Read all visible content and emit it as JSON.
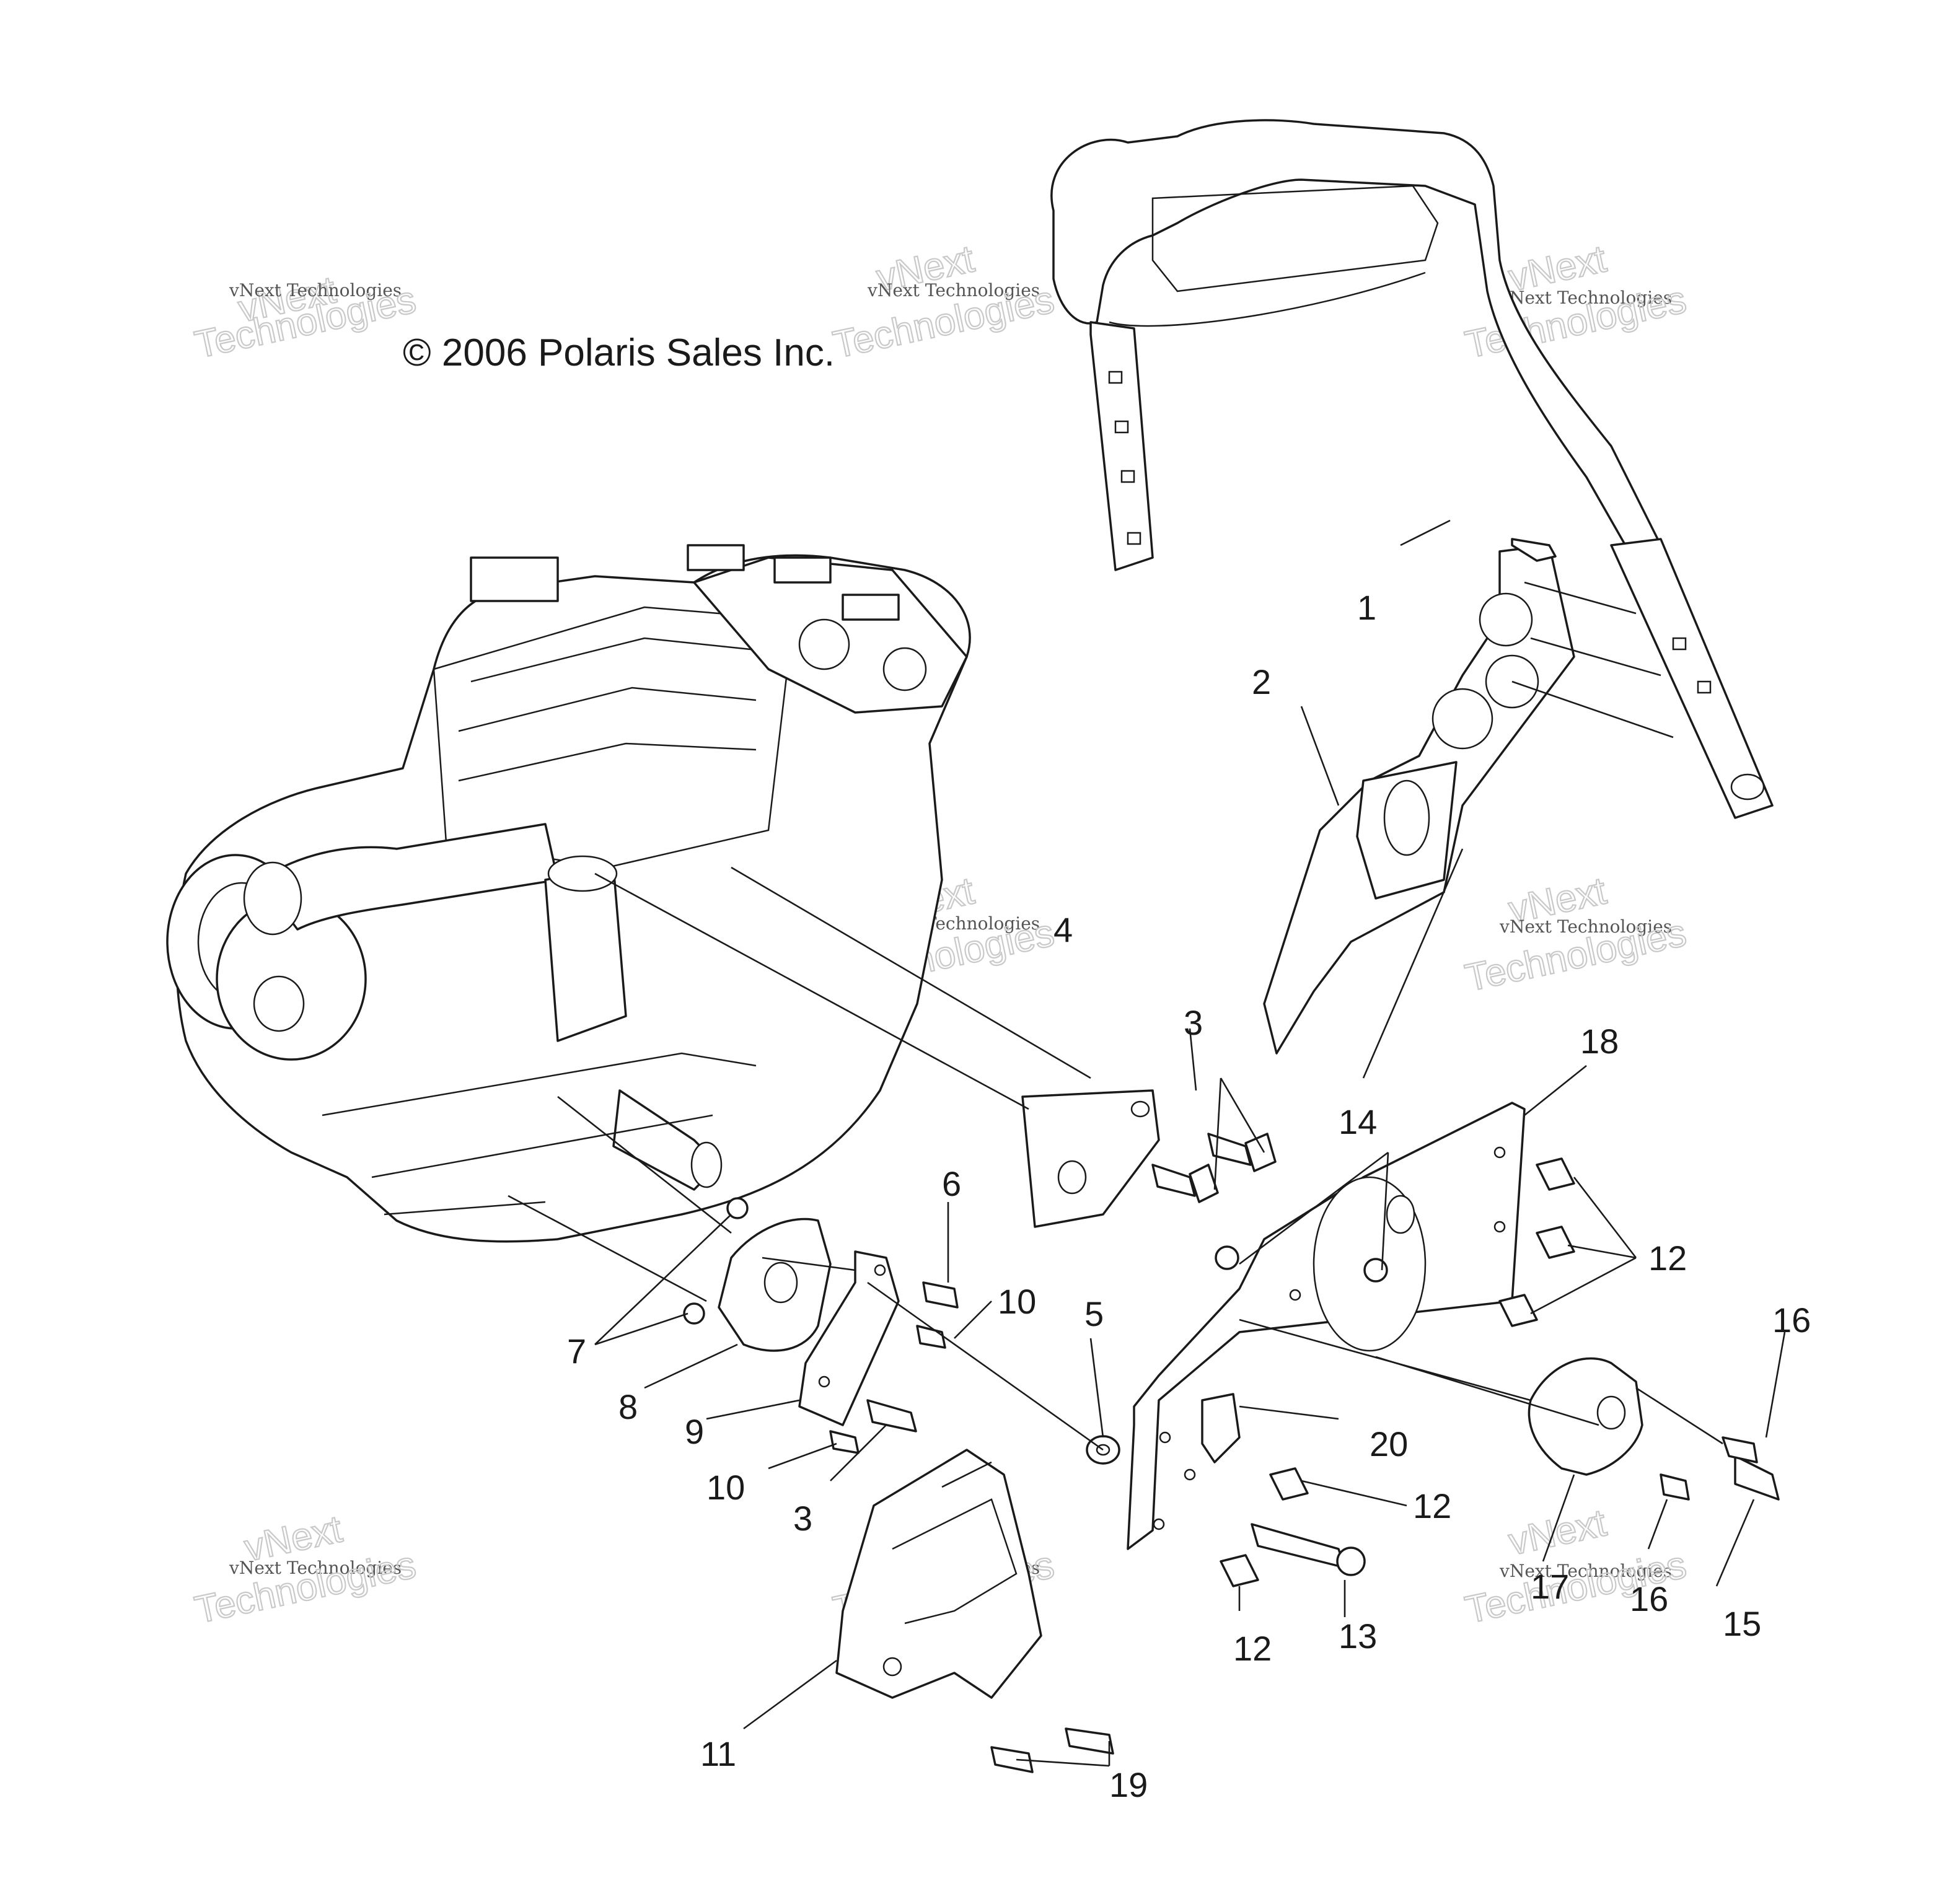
{
  "copyright": "© 2006 Polaris Sales Inc.",
  "watermark": {
    "line1": "vNext",
    "line2": "vNext Technologies",
    "line3": "Technologies"
  },
  "callouts": [
    "1",
    "2",
    "3",
    "3",
    "4",
    "5",
    "6",
    "7",
    "8",
    "9",
    "10",
    "10",
    "11",
    "12",
    "12",
    "12",
    "12",
    "13",
    "14",
    "15",
    "16",
    "16",
    "17",
    "18",
    "19",
    "20"
  ]
}
